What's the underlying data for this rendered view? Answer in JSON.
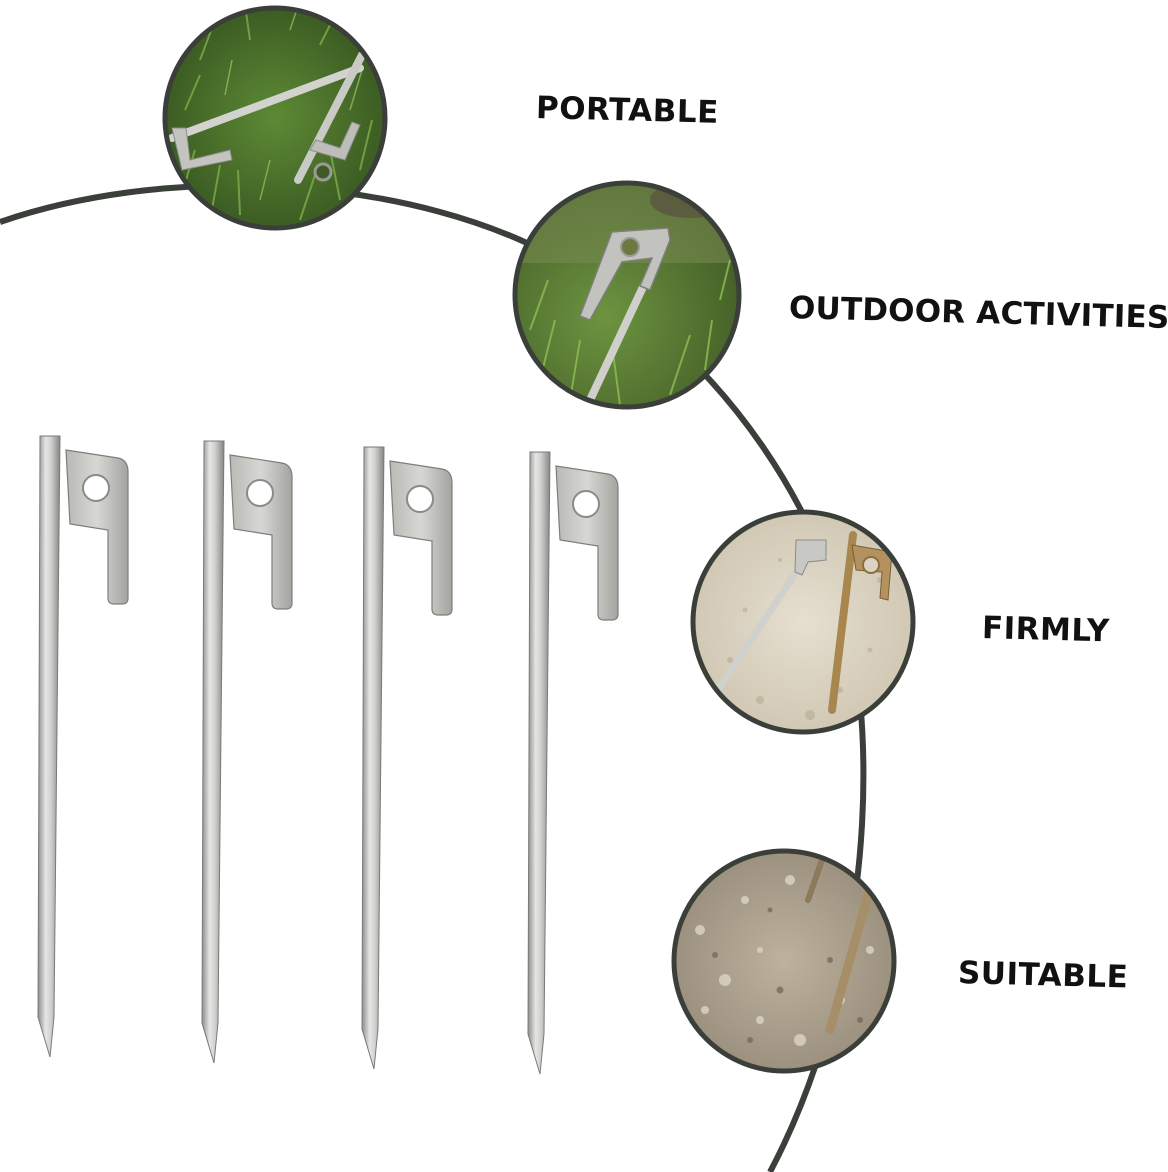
{
  "features": [
    {
      "label": "PORTABLE",
      "icon": "stake-on-grass-photo"
    },
    {
      "label": "OUTDOOR ACTIVITIES",
      "icon": "stake-in-grass-photo"
    },
    {
      "label": "FIRMLY",
      "icon": "stake-in-sand-photo"
    },
    {
      "label": "SUITABLE",
      "icon": "stake-in-gravel-photo"
    }
  ],
  "product": {
    "stake_count": 4,
    "stake_color": "#c9c9c7"
  },
  "colors": {
    "curve": "#3b3f3a",
    "text": "#111111",
    "grass": "#4e7a2c",
    "sand": "#d8d0bf",
    "gravel": "#a89e8c"
  }
}
